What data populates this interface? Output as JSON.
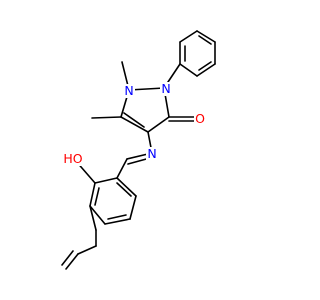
{
  "molecule": {
    "atoms": {
      "n1": {
        "label": "N",
        "color": "#0000ff"
      },
      "n2": {
        "label": "N",
        "color": "#0000ff"
      },
      "o_carbonyl": {
        "label": "O",
        "color": "#ff0000"
      },
      "n_imine": {
        "label": "N",
        "color": "#0000ff"
      },
      "oh": {
        "label": "HO",
        "color": "#ff0000"
      }
    },
    "bond_color": "#000000"
  }
}
